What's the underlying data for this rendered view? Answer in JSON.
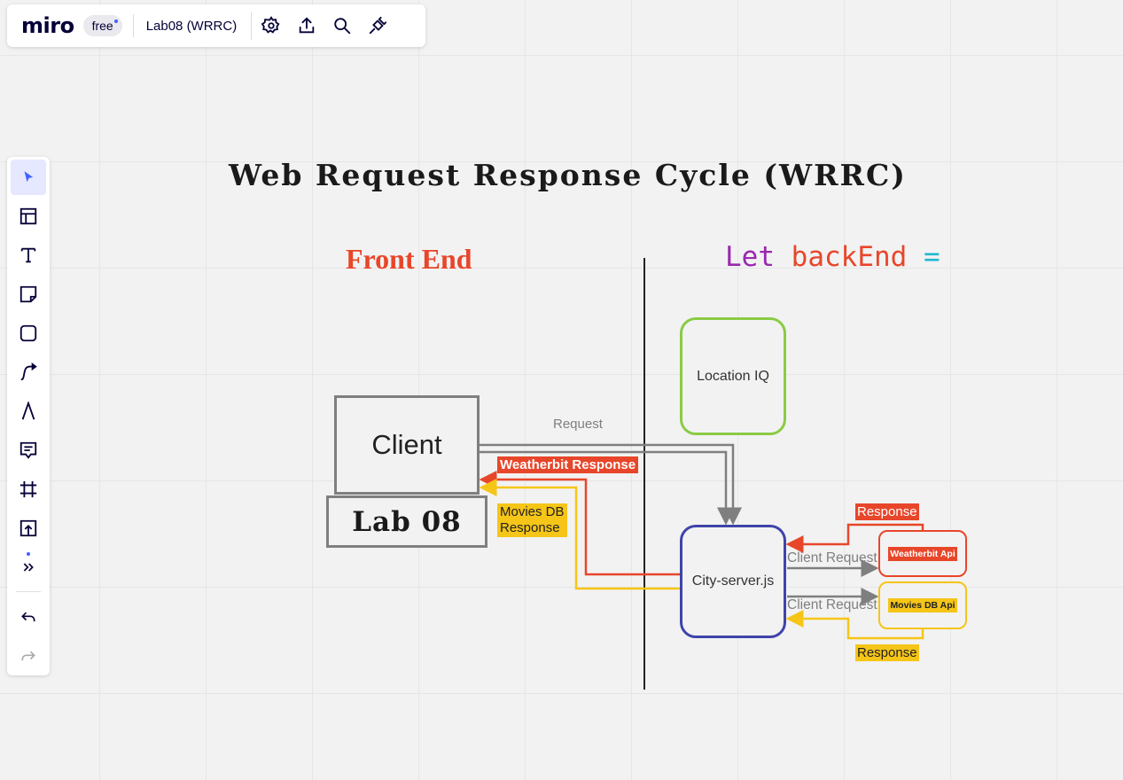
{
  "topbar": {
    "logo": "miro",
    "plan": "free",
    "board_name": "Lab08 (WRRC)",
    "icons": [
      "settings-icon",
      "export-icon",
      "search-icon",
      "plugin-icon"
    ]
  },
  "toolbar": {
    "tools": [
      "select-tool",
      "templates-tool",
      "text-tool",
      "sticky-note-tool",
      "shape-tool",
      "connection-line-tool",
      "pen-tool",
      "comment-tool",
      "frame-tool",
      "upload-tool",
      "more-tools"
    ],
    "undo": "undo-icon",
    "redo": "redo-icon"
  },
  "board": {
    "title": "Web Request Response Cycle (WRRC)",
    "front_end": "Front End",
    "backend_code": {
      "keyword": "Let",
      "var": "backEnd",
      "op": "="
    },
    "nodes": {
      "client": "Client",
      "lab": "Lab 08",
      "location_iq": "Location IQ",
      "city_server": "City-server.js",
      "weatherbit_api": "Weatherbit Api",
      "movies_db_api": "Movies DB Api"
    },
    "labels": {
      "request": "Request",
      "weatherbit_response": "Weatherbit Response",
      "movies_db_response_line1": "Movies DB",
      "movies_db_response_line2": "Response",
      "client_request_1": "Client Request",
      "client_request_2": "Client Request",
      "response_1": "Response",
      "response_2": "Response"
    },
    "colors": {
      "accent_red": "#e8462a",
      "accent_yellow": "#f5c518",
      "accent_green": "#8bcb45",
      "accent_blue": "#3f44a9",
      "miro_blue": "#4262ff",
      "grey_line": "#7f7f7f"
    }
  }
}
